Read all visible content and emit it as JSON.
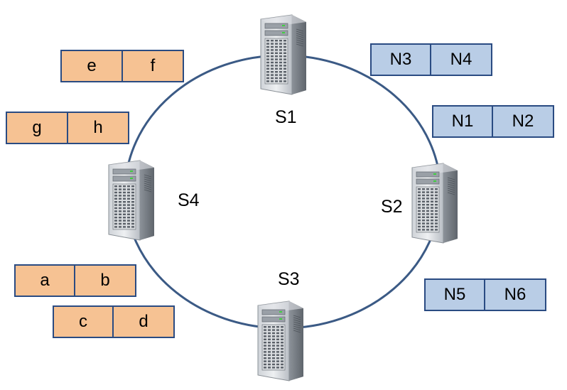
{
  "colors": {
    "ring": "#3b5a85",
    "orange_fill": "#f6c293",
    "blue_fill": "#b9cde6",
    "box_border": "#2a4b82"
  },
  "servers": [
    {
      "id": "s1",
      "label": "S1",
      "icon": "server-tower-icon"
    },
    {
      "id": "s2",
      "label": "S2",
      "icon": "server-tower-icon"
    },
    {
      "id": "s3",
      "label": "S3",
      "icon": "server-tower-icon"
    },
    {
      "id": "s4",
      "label": "S4",
      "icon": "server-tower-icon"
    }
  ],
  "blocks": [
    {
      "id": "ef",
      "color": "orange",
      "cells": [
        "e",
        "f"
      ]
    },
    {
      "id": "gh",
      "color": "orange",
      "cells": [
        "g",
        "h"
      ]
    },
    {
      "id": "ab",
      "color": "orange",
      "cells": [
        "a",
        "b"
      ]
    },
    {
      "id": "cd",
      "color": "orange",
      "cells": [
        "c",
        "d"
      ]
    },
    {
      "id": "n3n4",
      "color": "blue",
      "cells": [
        "N3",
        "N4"
      ]
    },
    {
      "id": "n1n2",
      "color": "blue",
      "cells": [
        "N1",
        "N2"
      ]
    },
    {
      "id": "n5n6",
      "color": "blue",
      "cells": [
        "N5",
        "N6"
      ]
    }
  ]
}
